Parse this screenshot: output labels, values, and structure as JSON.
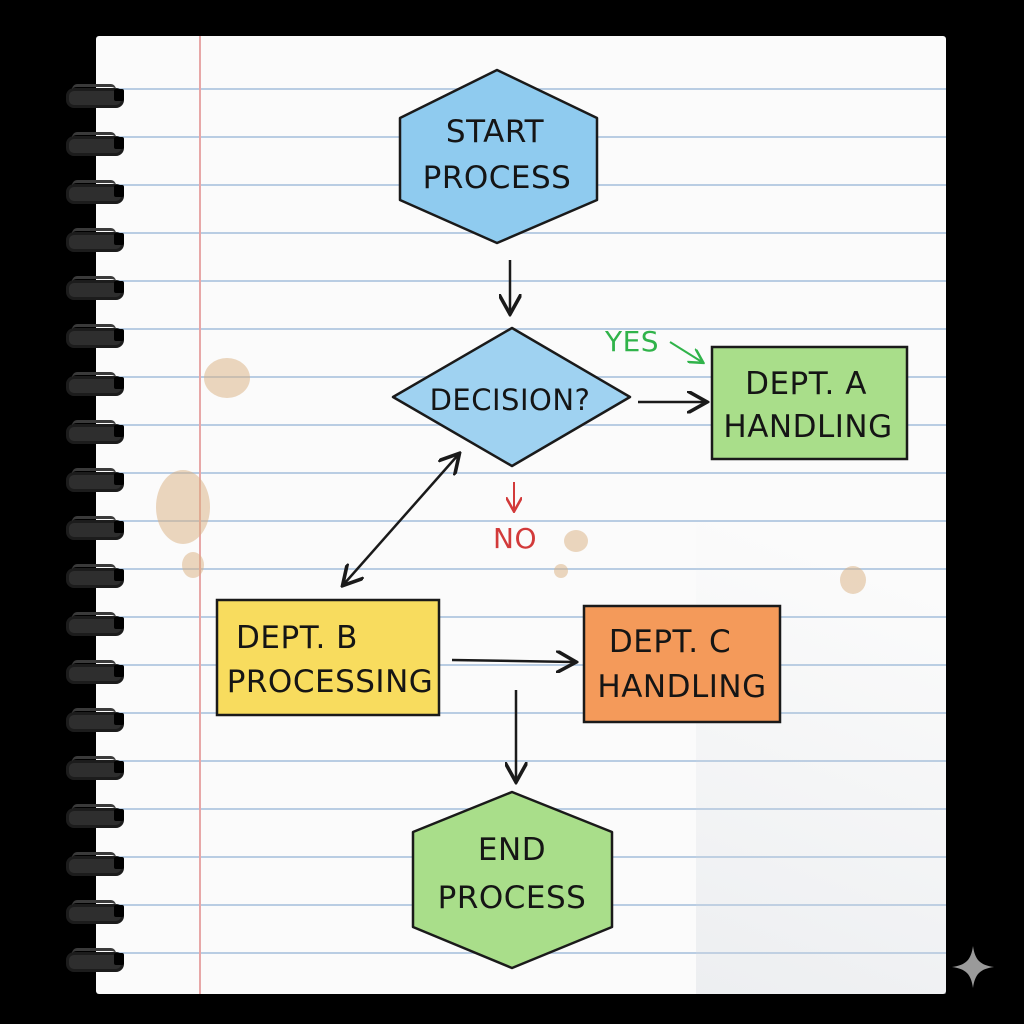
{
  "flowchart": {
    "start": {
      "lines": [
        "START",
        "PROCESS"
      ],
      "color": "#8fcbef"
    },
    "decision": {
      "text": "DECISION?",
      "color": "#9fd2f1"
    },
    "yes_label": "YES",
    "no_label": "NO",
    "dept_a": {
      "lines": [
        "DEPT. A",
        "HANDLING"
      ],
      "color": "#a9de8a"
    },
    "dept_b": {
      "lines": [
        "DEPT. B",
        "PROCESSING"
      ],
      "color": "#f8dc5e"
    },
    "dept_c": {
      "lines": [
        "DEPT. C",
        "HANDLING"
      ],
      "color": "#f49a5a"
    },
    "end": {
      "lines": [
        "END",
        "PROCESS"
      ],
      "color": "#a9de8a"
    },
    "ink_color": "#1a1a1a",
    "yes_color": "#30b34a",
    "no_color": "#d23a3a"
  },
  "icons": [
    "spiral-binding-icon",
    "sparkle-icon"
  ]
}
